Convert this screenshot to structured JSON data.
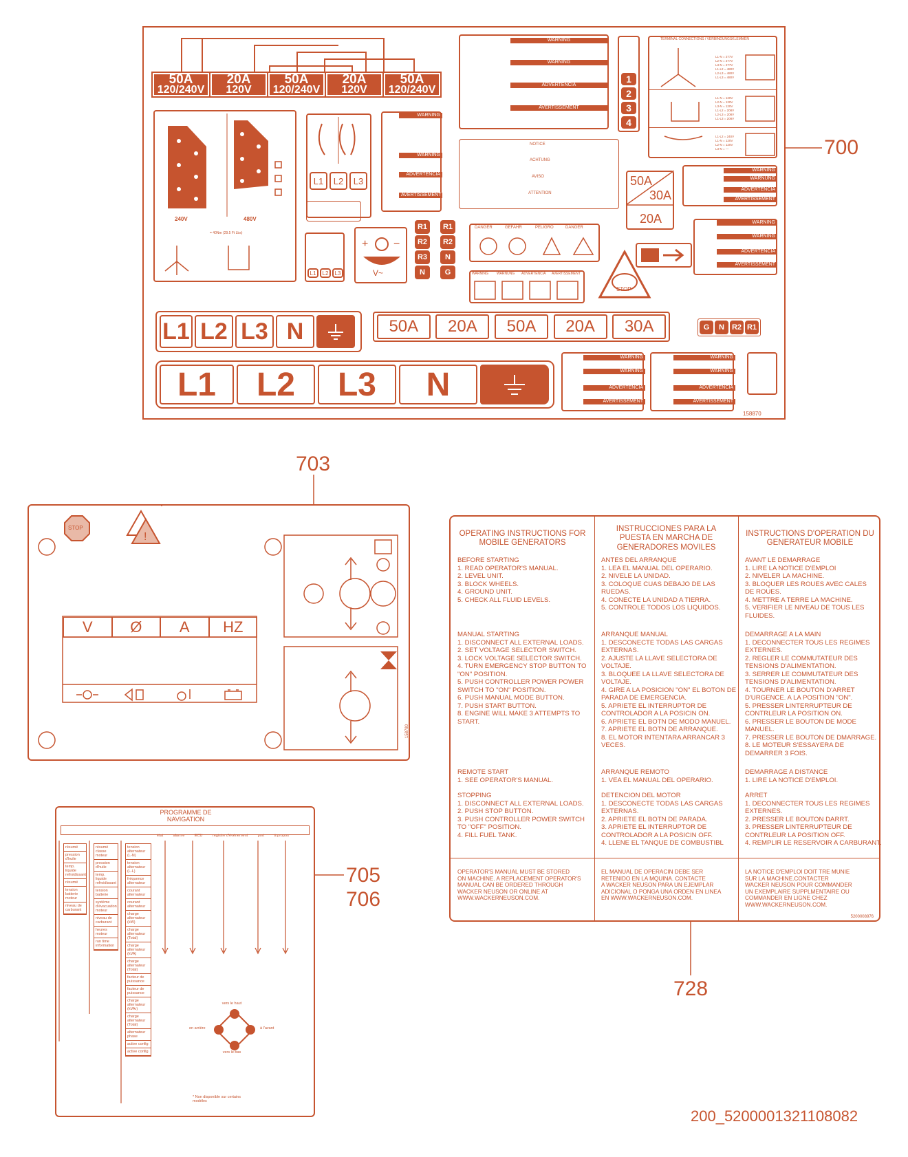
{
  "callouts": {
    "c700": "700",
    "c703": "703",
    "c705": "705",
    "c706": "706",
    "c728": "728"
  },
  "doc_id": "200_5200001321108082",
  "label700": {
    "part_no": "158870",
    "amp_ratings": [
      {
        "amps": "50A",
        "volts": "120/240V"
      },
      {
        "amps": "20A",
        "volts": "120V"
      },
      {
        "amps": "50A",
        "volts": "120/240V"
      },
      {
        "amps": "20A",
        "volts": "120V"
      },
      {
        "amps": "50A",
        "volts": "120/240V"
      }
    ],
    "small_terminals": [
      "L1",
      "L2",
      "L3",
      "N"
    ],
    "large_terminals": [
      "L1",
      "L2",
      "L3",
      "N"
    ],
    "fuse_ratings": [
      "50A",
      "20A",
      "50A",
      "20A",
      "30A"
    ],
    "selector_positions": [
      "L1",
      "L2",
      "L3"
    ],
    "selector_positions_small": [
      "L1",
      "L2",
      "L3"
    ],
    "relay_col_left": [
      "R1",
      "R2",
      "R3",
      "N"
    ],
    "relay_col_right": [
      "R1",
      "R2",
      "N",
      "G"
    ],
    "relay_row": [
      "G",
      "N",
      "R2",
      "R1"
    ],
    "breaker_top": "50A",
    "breaker_mid": "30A",
    "breaker_bottom": "20A",
    "fuse_tags": [
      "1",
      "2",
      "3",
      "4"
    ],
    "voltage_left": "240V",
    "voltage_right": "480V",
    "torque_note": "= 40Nm (29.5 Ft Lbs)",
    "warning_headers": [
      "WARNING",
      "WARNING",
      "ADVERTENCIA",
      "AVERTISSEMENT"
    ],
    "notice_headers": [
      "NOTICE",
      "ACHTUNG",
      "AVISO",
      "ATTENTION"
    ],
    "danger_headers": [
      "DANGER",
      "GEFAHR",
      "PELIGRO",
      "DANGER"
    ],
    "hazard_headers": [
      "WARNING",
      "WARNUNG",
      "ADVERTENCIA",
      "AVERTISSEMENT"
    ],
    "stop_text": "STOP",
    "terminal_connections_title": "TERMINAL CONNECTIONS / VERBINDUNGSKLEMMEN",
    "voltage_table_1": [
      "L1-N = 277V",
      "L2-N = 277V",
      "L3-N = 277V",
      "L1-L2 = 480V",
      "L2-L3 = 480V",
      "L1-L3 = 480V"
    ],
    "voltage_table_2": [
      "L1-N = 120V",
      "L2-N = 120V",
      "L3-N = 120V",
      "L1-L2 = 208V",
      "L2-L3 = 208V",
      "L1-L3 = 208V"
    ],
    "voltage_table_3": [
      "L1-L2 = 240V",
      "L1-N = 120V",
      "L2-N = 120V",
      "L3-N = —"
    ]
  },
  "label703": {
    "display_headers": [
      "V",
      "Ø",
      "A",
      "HZ"
    ],
    "stop_text": "STOP",
    "side_code": "158780"
  },
  "label705": {
    "title": "PROGRAMME DE NAVIGATION",
    "top_tabs": [
      "état",
      "alarme",
      "ECU",
      "registre d'événement",
      "port",
      "à propos"
    ],
    "col1": [
      "résumé",
      "pression d'huile",
      "temp. liquide refroidissant",
      "résumé",
      "tension batterie moteur",
      "niveau de carburant"
    ],
    "col2": [
      "résumé classe moteur",
      "pression d'huile",
      "temp. liquide refroidissant",
      "tension batterie",
      "système d'évacuation moteur",
      "niveau de carburant",
      "heures moteur",
      "run time information"
    ],
    "col3": [
      "tension alternateur (L-N)",
      "tension alternateur (L-L)",
      "fréquence alternateur",
      "courant alternateur",
      "courant alternateur",
      "charge alternateur (kW)",
      "charge alternateur (Total)",
      "charge alternateur (kVA)",
      "charge alternateur (Total)",
      "facteur de puissance",
      "facteur de puissance",
      "charge alternateur (kVAr)",
      "charge alternateur (Total)",
      "alternateur phase",
      "active config",
      "active config"
    ],
    "dpad_up": "vers le haut",
    "dpad_down": "vers le bas",
    "dpad_left": "en arrière",
    "dpad_right": "à l'avant",
    "footnote": "* Non disponible sur certains modèles"
  },
  "label728": {
    "part_no": "5200008976",
    "columns": [
      {
        "title": "OPERATING INSTRUCTIONS FOR MOBILE GENERATORS",
        "sections": [
          "BEFORE STARTING\n1. READ OPERATOR'S MANUAL.\n2. LEVEL UNIT.\n3. BLOCK WHEELS.\n4. GROUND UNIT.\n5. CHECK ALL FLUID LEVELS.",
          "MANUAL STARTING\n1. DISCONNECT ALL EXTERNAL LOADS.\n2. SET VOLTAGE SELECTOR SWITCH.\n3. LOCK VOLTAGE SELECTOR SWITCH.\n4. TURN EMERGENCY STOP BUTTON TO\n    \"ON\" POSITION.\n5. PUSH CONTROLLER POWER POWER\n    SWITCH TO \"ON\" POSITION.\n6. PUSH MANUAL MODE BUTTON.\n7. PUSH START BUTTON.\n8. ENGINE WILL MAKE 3 ATTEMPTS TO\n    START.",
          "REMOTE START\n1. SEE OPERATOR'S MANUAL.",
          "STOPPING\n1. DISCONNECT ALL EXTERNAL LOADS.\n2. PUSH STOP BUTTON.\n3. PUSH CONTROLLER POWER SWITCH\n    TO \"OFF\" POSITION.\n4. FILL FUEL TANK."
        ],
        "footer": "OPERATOR'S MANUAL MUST BE STORED\nON MACHINE. A REPLACEMENT OPERATOR'S\nMANUAL CAN BE ORDERED THROUGH\nWACKER NEUSON OR ONLINE AT\nWWW.WACKERNEUSON.COM."
      },
      {
        "title": "INSTRUCCIONES PARA LA PUESTA EN MARCHA DE GENERADORES MOVILES",
        "sections": [
          "ANTES DEL ARRANQUE\n1. LEA EL MANUAL DEL OPERARIO.\n2. NIVELE LA UNIDAD.\n3. COLOQUE CUAS DEBAJO DE LAS\n    RUEDAS.\n4. CONECTE LA UNIDAD A TIERRA.\n5. CONTROLE TODOS LOS LIQUIDOS.",
          "ARRANQUE MANUAL\n1. DESCONECTE TODAS LAS CARGAS\n    EXTERNAS.\n2. AJUSTE LA LLAVE SELECTORA DE\n    VOLTAJE.\n3. BLOQUEE LA LLAVE SELECTORA DE\n    VOLTAJE.\n4. GIRE A LA POSICION \"ON\" EL BOTON DE\n    PARADA DE EMERGENCIA.\n5. APRIETE EL INTERRUPTOR DE\n    CONTROLADOR A LA POSICIN ON.\n6. APRIETE EL BOTN DE MODO MANUEL.\n7. APRIETE EL BOTN DE ARRANQUE.\n8. EL MOTOR INTENTARA ARRANCAR 3\n    VECES.",
          "ARRANQUE REMOTO\n1. VEA EL MANUAL DEL OPERARIO.",
          "DETENCION DEL MOTOR\n1. DESCONECTE TODAS LAS CARGAS\n    EXTERNAS.\n2. APRIETE EL BOTN DE PARADA.\n3. APRIETE EL INTERRUPTOR DE\n    CONTROLADOR A LA POSICIN OFF.\n4. LLENE EL TANQUE DE COMBUSTIBL"
        ],
        "footer": "EL MANUAL DE OPERACIN DEBE SER\nRETENIDO EN LA MQUINA. CONTACTE\nA WACKER NEUSON PARA UN EJEMPLAR\nADICIONAL O PONGA UNA ORDEN EN LINEA\nEN WWW.WACKERNEUSON.COM."
      },
      {
        "title": "INSTRUCTIONS D'OPERATION DU GENERATEUR MOBILE",
        "sections": [
          "AVANT LE DEMARRAGE\n1. LIRE LA NOTICE D'EMPLOI\n2. NIVELER LA MACHINE.\n3. BLOQUER LES ROUES AVEC CALES\n    DE ROUES.\n4. METTRE A TERRE LA MACHINE.\n5. VERIFIER LE NIVEAU DE TOUS LES\n    FLUIDES.",
          "DEMARRAGE A LA MAIN\n1. DECONNECTER TOUS LES REGIMES\n    EXTERNES.\n2. REGLER LE COMMUTATEUR DES\n    TENSIONS D'ALIMENTATION.\n3. SERRER LE COMMUTATEUR DES\n    TENSIONS D'ALIMENTATION.\n4. TOURNER LE BOUTON D'ARRET\n    D'URGENCE.  A LA POSITION \"ON\".\n5. PRESSER LINTERRUPTEUR DE\n    CONTRLEUR  LA POSITION ON.\n6. PRESSER LE BOUTON DE MODE\n    MANUEL.\n7. PRESSER LE BOUTON DE DMARRAGE.\n8. LE MOTEUR S'ESSAYERA DE\n    DEMARRER 3 FOIS.",
          "DEMARRAGE A DISTANCE\n1. LIRE LA NOTICE D'EMPLOI.",
          "ARRET\n1. DECONNECTER TOUS LES REGIMES\n    EXTERNES.\n2. PRESSER LE BOUTON DARRT.\n3. PRESSER LINTERRUPTEUR DE\n    CONTRLEUR  LA POSITION OFF.\n4. REMPLIR LE RESERVOIR A CARBURANT."
        ],
        "footer": "LA NOTICE D'EMPLOI DOIT TRE MUNIE\nSUR LA MACHINE.CONTACTER\nWACKER NEUSON POUR COMMANDER\nUN EXEMPLAIRE SUPPLMENTAIRE OU\nCOMMANDER EN LIGNE CHEZ\nWWW.WACKERNEUSON.COM."
      }
    ]
  }
}
